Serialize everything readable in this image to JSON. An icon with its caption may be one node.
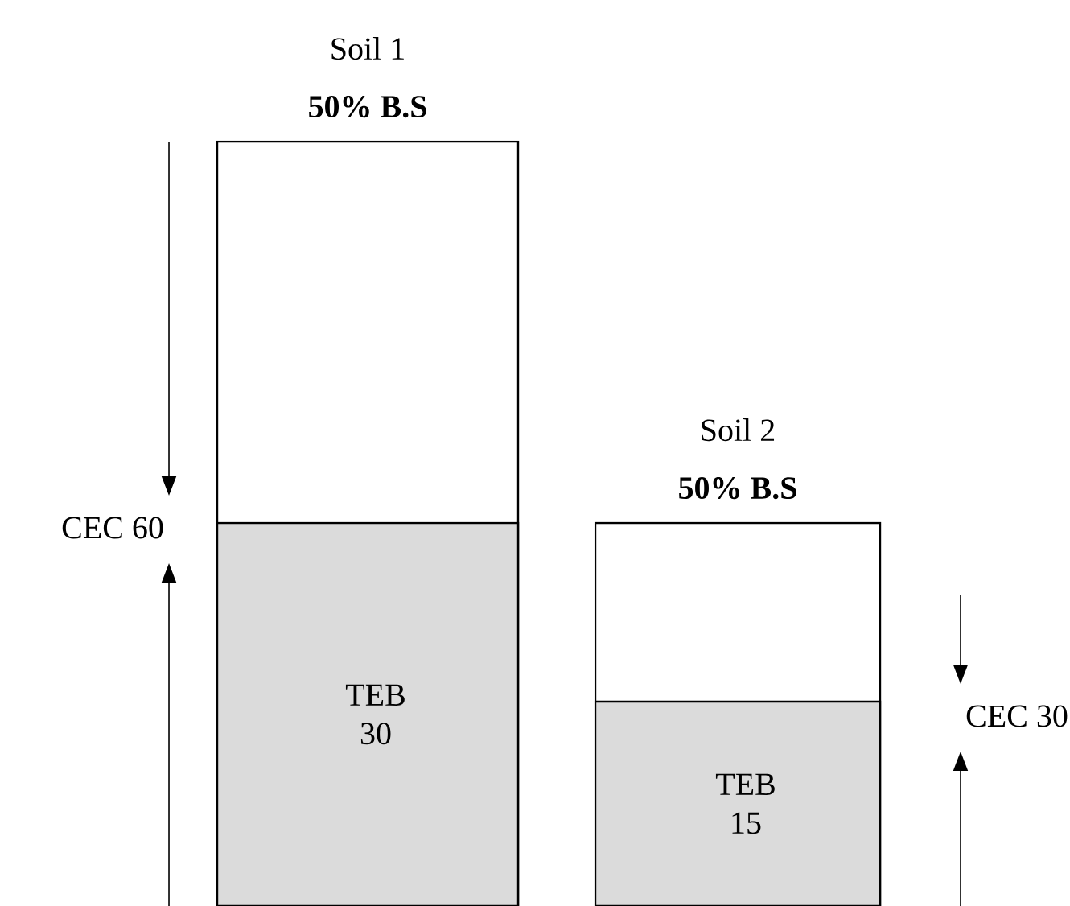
{
  "diagram": {
    "nodes": [
      {
        "text": [
          "Soil 1",
          "50% B.S"
        ]
      },
      {
        "text": [
          "TEB 30"
        ],
        "in": 0
      },
      {
        "text": [
          "Soil 2",
          "50% B.S"
        ]
      },
      {
        "text": [
          "TEB 15"
        ],
        "in": 2
      }
    ],
    "labels": [
      "CEC 60",
      "CEC 30"
    ]
  }
}
